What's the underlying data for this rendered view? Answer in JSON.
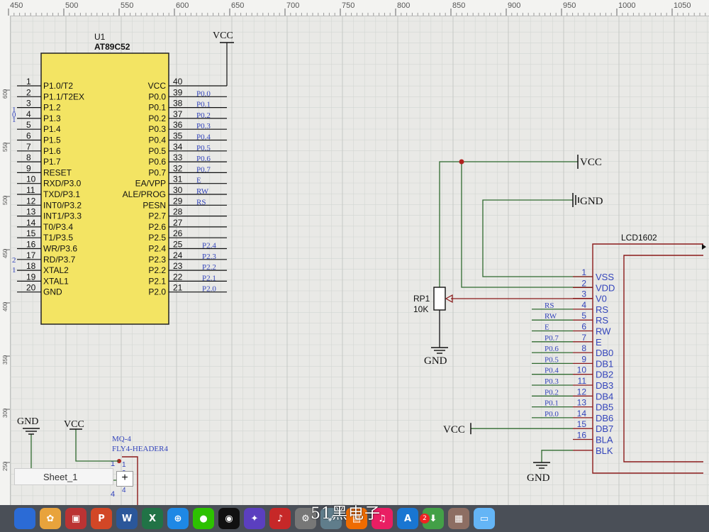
{
  "ruler": {
    "top_ticks": [
      "450",
      "500",
      "550",
      "600",
      "650",
      "700",
      "750",
      "800",
      "850",
      "900",
      "950",
      "1000",
      "1050"
    ],
    "left_ticks": [
      "600",
      "550",
      "500",
      "450",
      "400",
      "350",
      "300",
      "250"
    ]
  },
  "mcu": {
    "ref": "U1",
    "part": "AT89C52",
    "left_pins": [
      {
        "num": "1",
        "name": "P1.0/T2"
      },
      {
        "num": "2",
        "name": "P1.1/T2EX"
      },
      {
        "num": "3",
        "name": "P1.2"
      },
      {
        "num": "4",
        "name": "P1.3"
      },
      {
        "num": "5",
        "name": "P1.4"
      },
      {
        "num": "6",
        "name": "P1.5"
      },
      {
        "num": "7",
        "name": "P1.6"
      },
      {
        "num": "8",
        "name": "P1.7"
      },
      {
        "num": "9",
        "name": "RESET"
      },
      {
        "num": "10",
        "name": "RXD/P3.0"
      },
      {
        "num": "11",
        "name": "TXD/P3.1"
      },
      {
        "num": "12",
        "name": "INT0/P3.2"
      },
      {
        "num": "13",
        "name": "INT1/P3.3"
      },
      {
        "num": "14",
        "name": "T0/P3.4"
      },
      {
        "num": "15",
        "name": "T1/P3.5"
      },
      {
        "num": "16",
        "name": "WR/P3.6"
      },
      {
        "num": "17",
        "name": "RD/P3.7"
      },
      {
        "num": "18",
        "name": "XTAL2"
      },
      {
        "num": "19",
        "name": "XTAL1"
      },
      {
        "num": "20",
        "name": "GND"
      }
    ],
    "right_pins": [
      {
        "num": "40",
        "name": "VCC",
        "net": ""
      },
      {
        "num": "39",
        "name": "P0.0",
        "net": "P0.0"
      },
      {
        "num": "38",
        "name": "P0.1",
        "net": "P0.1"
      },
      {
        "num": "37",
        "name": "P0.2",
        "net": "P0.2"
      },
      {
        "num": "36",
        "name": "P0.3",
        "net": "P0.3"
      },
      {
        "num": "35",
        "name": "P0.4",
        "net": "P0.4"
      },
      {
        "num": "34",
        "name": "P0.5",
        "net": "P0.5"
      },
      {
        "num": "33",
        "name": "P0.6",
        "net": "P0.6"
      },
      {
        "num": "32",
        "name": "P0.7",
        "net": "P0.7"
      },
      {
        "num": "31",
        "name": "EA/VPP",
        "net": "E"
      },
      {
        "num": "30",
        "name": "ALE/PROG",
        "net": "RW"
      },
      {
        "num": "29",
        "name": "PESN",
        "net": "RS"
      },
      {
        "num": "28",
        "name": "P2.7",
        "net": ""
      },
      {
        "num": "27",
        "name": "P2.6",
        "net": ""
      },
      {
        "num": "26",
        "name": "P2.5",
        "net": ""
      },
      {
        "num": "25",
        "name": "P2.4",
        "net": "P2.4"
      },
      {
        "num": "24",
        "name": "P2.3",
        "net": "P2.3"
      },
      {
        "num": "23",
        "name": "P2.2",
        "net": "P2.2"
      },
      {
        "num": "22",
        "name": "P2.1",
        "net": "P2.1"
      },
      {
        "num": "21",
        "name": "P2.0",
        "net": "P2.0"
      }
    ],
    "left_stray_marks": [
      "0",
      "1",
      "1",
      "2",
      "1"
    ]
  },
  "power": {
    "vcc": "VCC",
    "gnd": "GND"
  },
  "pot": {
    "ref": "RP1",
    "value": "10K"
  },
  "lcd": {
    "part": "LCD1602",
    "pins": [
      {
        "num": "1",
        "name": "VSS",
        "net": ""
      },
      {
        "num": "2",
        "name": "VDD",
        "net": ""
      },
      {
        "num": "3",
        "name": "V0",
        "net": ""
      },
      {
        "num": "4",
        "name": "RS",
        "net": "RS"
      },
      {
        "num": "5",
        "name": "RS",
        "net": "RW"
      },
      {
        "num": "6",
        "name": "RW",
        "net": "E"
      },
      {
        "num": "7",
        "name": "E",
        "net": "P0.7"
      },
      {
        "num": "8",
        "name": "DB0",
        "net": "P0.6"
      },
      {
        "num": "9",
        "name": "DB1",
        "net": "P0.5"
      },
      {
        "num": "10",
        "name": "DB2",
        "net": "P0.4"
      },
      {
        "num": "11",
        "name": "DB3",
        "net": "P0.3"
      },
      {
        "num": "12",
        "name": "DB4",
        "net": "P0.2"
      },
      {
        "num": "13",
        "name": "DB5",
        "net": "P0.1"
      },
      {
        "num": "14",
        "name": "DB6",
        "net": "P0.0"
      },
      {
        "num": "15",
        "name": "DB7",
        "net": ""
      },
      {
        "num": "16",
        "name": "BLA",
        "net": ""
      }
    ],
    "extra_pin_label": "BLK"
  },
  "header": {
    "ref": "MQ-4",
    "part": "FLY4-HEADER4",
    "pins": [
      "1",
      "3",
      "4",
      "4"
    ]
  },
  "sheet_tab": "Sheet_1",
  "sheet_plus": "+",
  "watermark": "51黑电子",
  "dock": {
    "badge": "2",
    "icons": [
      {
        "name": "finder-icon",
        "glyph": "",
        "color": "#2b6bd6"
      },
      {
        "name": "photos-icon",
        "glyph": "✿",
        "color": "#e8a33c"
      },
      {
        "name": "photo-booth-icon",
        "glyph": "▣",
        "color": "#b33"
      },
      {
        "name": "powerpoint-icon",
        "glyph": "P",
        "color": "#d24726"
      },
      {
        "name": "word-icon",
        "glyph": "W",
        "color": "#2b579a"
      },
      {
        "name": "excel-icon",
        "glyph": "X",
        "color": "#217346"
      },
      {
        "name": "safari-icon",
        "glyph": "⊕",
        "color": "#1e88e5"
      },
      {
        "name": "wechat-icon",
        "glyph": "●",
        "color": "#2dc100"
      },
      {
        "name": "qq-icon",
        "glyph": "◉",
        "color": "#111"
      },
      {
        "name": "app-icon",
        "glyph": "✦",
        "color": "#5b3fbf"
      },
      {
        "name": "music-icon",
        "glyph": "♪",
        "color": "#c62828"
      },
      {
        "name": "settings-icon",
        "glyph": "⚙",
        "color": "#777"
      },
      {
        "name": "rocket-icon",
        "glyph": "➶",
        "color": "#607d8b"
      },
      {
        "name": "books-icon",
        "glyph": "▤",
        "color": "#ef6c00"
      },
      {
        "name": "itunes-icon",
        "glyph": "♫",
        "color": "#e91e63"
      },
      {
        "name": "appstore-icon",
        "glyph": "A",
        "color": "#1976d2"
      },
      {
        "name": "download-icon",
        "glyph": "⬇",
        "color": "#43a047"
      },
      {
        "name": "preview-icon",
        "glyph": "▦",
        "color": "#8d6e63"
      },
      {
        "name": "folder-icon",
        "glyph": "▭",
        "color": "#64b5f6"
      }
    ]
  }
}
